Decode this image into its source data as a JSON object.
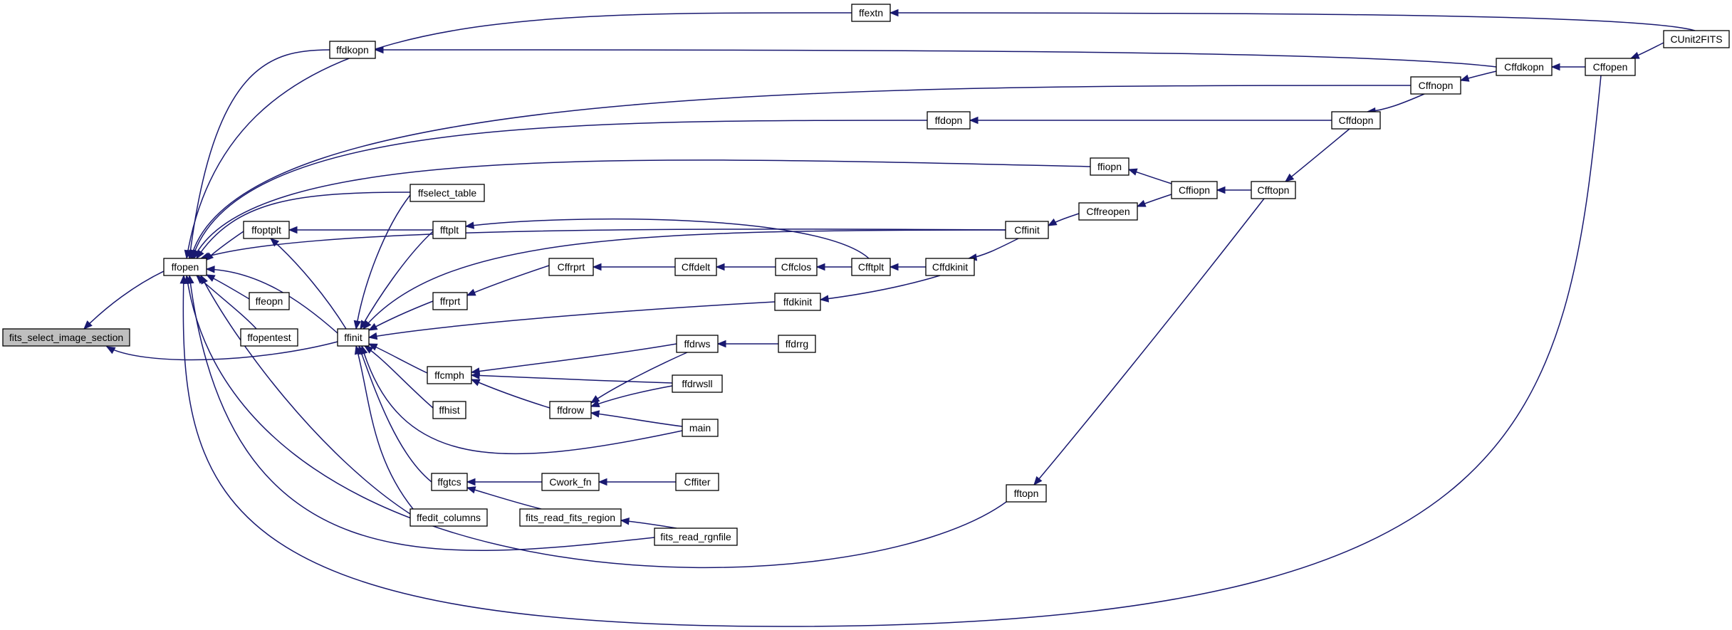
{
  "graph": {
    "colors": {
      "edge": "#191970",
      "node_border": "#000000",
      "root_fill": "#bfbfbf",
      "node_fill": "#ffffff"
    },
    "nodes": [
      {
        "id": "fits_select_image_section",
        "label": "fits_select_image_section",
        "root": true
      },
      {
        "id": "ffopen",
        "label": "ffopen"
      },
      {
        "id": "ffinit",
        "label": "ffinit"
      },
      {
        "id": "ffextn",
        "label": "ffextn"
      },
      {
        "id": "ffdkopn",
        "label": "ffdkopn"
      },
      {
        "id": "ffdopn",
        "label": "ffdopn"
      },
      {
        "id": "ffiopn",
        "label": "ffiopn"
      },
      {
        "id": "ffselect_table",
        "label": "ffselect_table"
      },
      {
        "id": "ffoptplt",
        "label": "ffoptplt"
      },
      {
        "id": "fftplt",
        "label": "fftplt"
      },
      {
        "id": "ffeopn",
        "label": "ffeopn"
      },
      {
        "id": "ffopentest",
        "label": "ffopentest"
      },
      {
        "id": "ffrprt",
        "label": "ffrprt"
      },
      {
        "id": "ffcmph",
        "label": "ffcmph"
      },
      {
        "id": "ffhist",
        "label": "ffhist"
      },
      {
        "id": "ffgtcs",
        "label": "ffgtcs"
      },
      {
        "id": "ffedit_columns",
        "label": "ffedit_columns"
      },
      {
        "id": "Cffrprt",
        "label": "Cffrprt"
      },
      {
        "id": "Cffdelt",
        "label": "Cffdelt"
      },
      {
        "id": "Cffclos",
        "label": "Cffclos"
      },
      {
        "id": "Cfftplt",
        "label": "Cfftplt"
      },
      {
        "id": "Cffdkinit",
        "label": "Cffdkinit"
      },
      {
        "id": "ffdkinit",
        "label": "ffdkinit"
      },
      {
        "id": "Cffinit",
        "label": "Cffinit"
      },
      {
        "id": "Cffreopen",
        "label": "Cffreopen"
      },
      {
        "id": "Cffiopn",
        "label": "Cffiopn"
      },
      {
        "id": "Cfftopn",
        "label": "Cfftopn"
      },
      {
        "id": "Cffdopn",
        "label": "Cffdopn"
      },
      {
        "id": "Cffnopn",
        "label": "Cffnopn"
      },
      {
        "id": "Cffdkopn",
        "label": "Cffdkopn"
      },
      {
        "id": "Cffopen",
        "label": "Cffopen"
      },
      {
        "id": "CUnit2FITS",
        "label": "CUnit2FITS"
      },
      {
        "id": "ffdrow",
        "label": "ffdrow"
      },
      {
        "id": "ffdrws",
        "label": "ffdrws"
      },
      {
        "id": "ffdrwsll",
        "label": "ffdrwsll"
      },
      {
        "id": "ffdrrg",
        "label": "ffdrrg"
      },
      {
        "id": "main",
        "label": "main"
      },
      {
        "id": "Cwork_fn",
        "label": "Cwork_fn"
      },
      {
        "id": "Cffiter",
        "label": "Cffiter"
      },
      {
        "id": "fits_read_fits_region",
        "label": "fits_read_fits_region"
      },
      {
        "id": "fits_read_rgnfile",
        "label": "fits_read_rgnfile"
      },
      {
        "id": "fftopn",
        "label": "fftopn"
      }
    ],
    "edges": [
      {
        "from": "ffopen",
        "to": "fits_select_image_section"
      },
      {
        "from": "ffinit",
        "to": "fits_select_image_section"
      },
      {
        "from": "ffextn",
        "to": "ffopen"
      },
      {
        "from": "ffdkopn",
        "to": "ffopen"
      },
      {
        "from": "Cffnopn",
        "to": "ffopen"
      },
      {
        "from": "ffdopn",
        "to": "ffopen"
      },
      {
        "from": "ffiopn",
        "to": "ffopen"
      },
      {
        "from": "ffselect_table",
        "to": "ffopen"
      },
      {
        "from": "ffoptplt",
        "to": "ffopen"
      },
      {
        "from": "Cffinit",
        "to": "ffopen"
      },
      {
        "from": "ffeopn",
        "to": "ffopen"
      },
      {
        "from": "ffopentest",
        "to": "ffopen"
      },
      {
        "from": "ffinit",
        "to": "ffopen"
      },
      {
        "from": "ffedit_columns",
        "to": "ffopen"
      },
      {
        "from": "fits_read_rgnfile",
        "to": "ffopen"
      },
      {
        "from": "fftopn",
        "to": "ffopen"
      },
      {
        "from": "Cffopen",
        "to": "ffopen"
      },
      {
        "from": "fftplt",
        "to": "ffoptplt"
      },
      {
        "from": "ffinit",
        "to": "ffoptplt"
      },
      {
        "from": "ffselect_table",
        "to": "ffinit"
      },
      {
        "from": "fftplt",
        "to": "ffinit"
      },
      {
        "from": "Cffinit",
        "to": "ffinit"
      },
      {
        "from": "ffrprt",
        "to": "ffinit"
      },
      {
        "from": "ffdkinit",
        "to": "ffinit"
      },
      {
        "from": "ffcmph",
        "to": "ffinit"
      },
      {
        "from": "ffhist",
        "to": "ffinit"
      },
      {
        "from": "main",
        "to": "ffinit"
      },
      {
        "from": "ffgtcs",
        "to": "ffinit"
      },
      {
        "from": "ffedit_columns",
        "to": "ffinit"
      },
      {
        "from": "CUnit2FITS",
        "to": "ffextn"
      },
      {
        "from": "Cffdkopn",
        "to": "ffdkopn"
      },
      {
        "from": "Cffdopn",
        "to": "ffdopn"
      },
      {
        "from": "Cffiopn",
        "to": "ffiopn"
      },
      {
        "from": "Cfftplt",
        "to": "fftplt"
      },
      {
        "from": "Cffrprt",
        "to": "ffrprt"
      },
      {
        "from": "ffdrws",
        "to": "ffcmph"
      },
      {
        "from": "ffdrwsll",
        "to": "ffcmph"
      },
      {
        "from": "ffdrow",
        "to": "ffcmph"
      },
      {
        "from": "Cwork_fn",
        "to": "ffgtcs"
      },
      {
        "from": "fits_read_fits_region",
        "to": "ffgtcs"
      },
      {
        "from": "Cffdelt",
        "to": "Cffrprt"
      },
      {
        "from": "Cffclos",
        "to": "Cffdelt"
      },
      {
        "from": "Cfftplt",
        "to": "Cffclos"
      },
      {
        "from": "Cffdkinit",
        "to": "Cfftplt"
      },
      {
        "from": "Cffdkinit",
        "to": "ffdkinit"
      },
      {
        "from": "Cffinit",
        "to": "Cffdkinit"
      },
      {
        "from": "Cffreopen",
        "to": "Cffinit"
      },
      {
        "from": "Cffiopn",
        "to": "Cffreopen"
      },
      {
        "from": "Cfftopn",
        "to": "Cffiopn"
      },
      {
        "from": "Cffdopn",
        "to": "Cfftopn"
      },
      {
        "from": "Cffnopn",
        "to": "Cffdopn"
      },
      {
        "from": "Cffdkopn",
        "to": "Cffnopn"
      },
      {
        "from": "Cffopen",
        "to": "Cffdkopn"
      },
      {
        "from": "CUnit2FITS",
        "to": "Cffopen"
      },
      {
        "from": "ffdrws",
        "to": "ffdrow"
      },
      {
        "from": "ffdrwsll",
        "to": "ffdrow"
      },
      {
        "from": "main",
        "to": "ffdrow"
      },
      {
        "from": "ffdrrg",
        "to": "ffdrws"
      },
      {
        "from": "Cffiter",
        "to": "Cwork_fn"
      },
      {
        "from": "fits_read_rgnfile",
        "to": "fits_read_fits_region"
      },
      {
        "from": "Cfftopn",
        "to": "fftopn"
      }
    ]
  }
}
